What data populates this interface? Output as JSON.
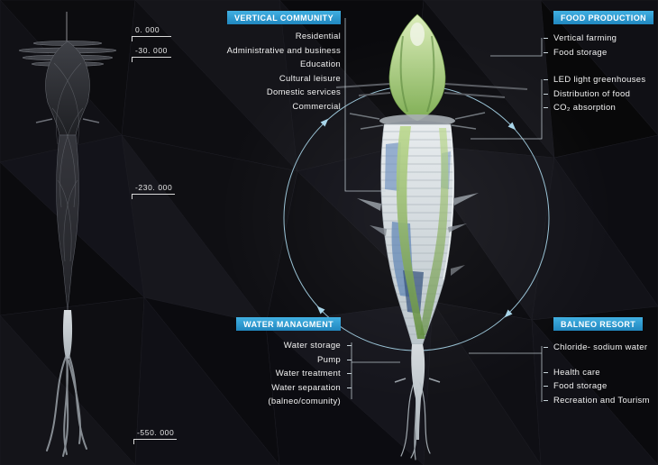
{
  "colors": {
    "header_bg": "#2f9fd4",
    "text": "#f2f2f2",
    "leader_line": "#c9d4da",
    "cycle_circle": "#a9d6ea",
    "tower_green": "#8fba62",
    "glass_blue": "#5d83b4"
  },
  "elevation_markers": [
    "0. 000",
    "-30. 000",
    "-230. 000",
    "-550. 000"
  ],
  "sections": {
    "vertical_community": {
      "title": "VERTICAL COMMUNITY",
      "items": [
        "Residential",
        "Administrative and business",
        "Education",
        "Cultural leisure",
        "Domestic services",
        "Commercial"
      ]
    },
    "food_production": {
      "title": "FOOD  PRODUCTION",
      "items": [
        "Vertical  farming",
        "Food storage",
        "LED light greenhouses",
        "Distribution of food",
        "CO₂ absorption"
      ]
    },
    "water_management": {
      "title": "WATER MANAGMENT",
      "items": [
        "Water storage",
        "Pump",
        "Water treatment",
        "Water separation (balneo/comunity)"
      ]
    },
    "balneo_resort": {
      "title": "BALNEO RESORT",
      "items": [
        "Chloride- sodium water",
        "Health care",
        "Food storage",
        "Recreation and Tourism"
      ]
    }
  }
}
